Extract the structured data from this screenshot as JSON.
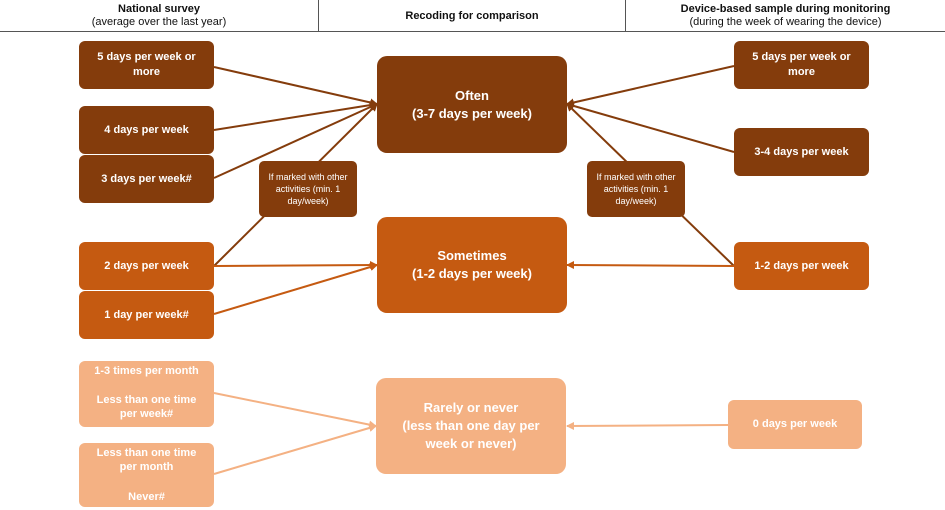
{
  "headers": {
    "left_title": "National survey",
    "left_sub": "(average over the last year)",
    "center_title": "Recoding for comparison",
    "right_title": "Device-based sample during monitoring",
    "right_sub": "(during the week of wearing the device)"
  },
  "left": {
    "d5": "5 days per week or more",
    "d4": "4 days per week",
    "d3": "3 days per week#",
    "d2": "2 days per week",
    "d1": "1 day per week#",
    "m13": "1-3 times per month",
    "lt_week": "Less than one time per week#",
    "lt_month": "Less than one time per month",
    "never": "Never#"
  },
  "center": {
    "often_l1": "Often",
    "often_l2": "(3-7 days per week)",
    "sometimes_l1": "Sometimes",
    "sometimes_l2": "(1-2 days per week)",
    "rarely_l1": "Rarely or never",
    "rarely_l2": "(less than one day per week or never)"
  },
  "notes": {
    "left_note": "If marked with other activities (min. 1 day/week)",
    "right_note": "If marked with other activities (min. 1 day/week)"
  },
  "right": {
    "d5": "5 days per week or more",
    "d34": "3-4 days per week",
    "d12": "1-2 days per week",
    "d0": "0 days per week"
  },
  "colors": {
    "dark": "#843c0c",
    "mid": "#c55a11",
    "light": "#f4b183"
  }
}
